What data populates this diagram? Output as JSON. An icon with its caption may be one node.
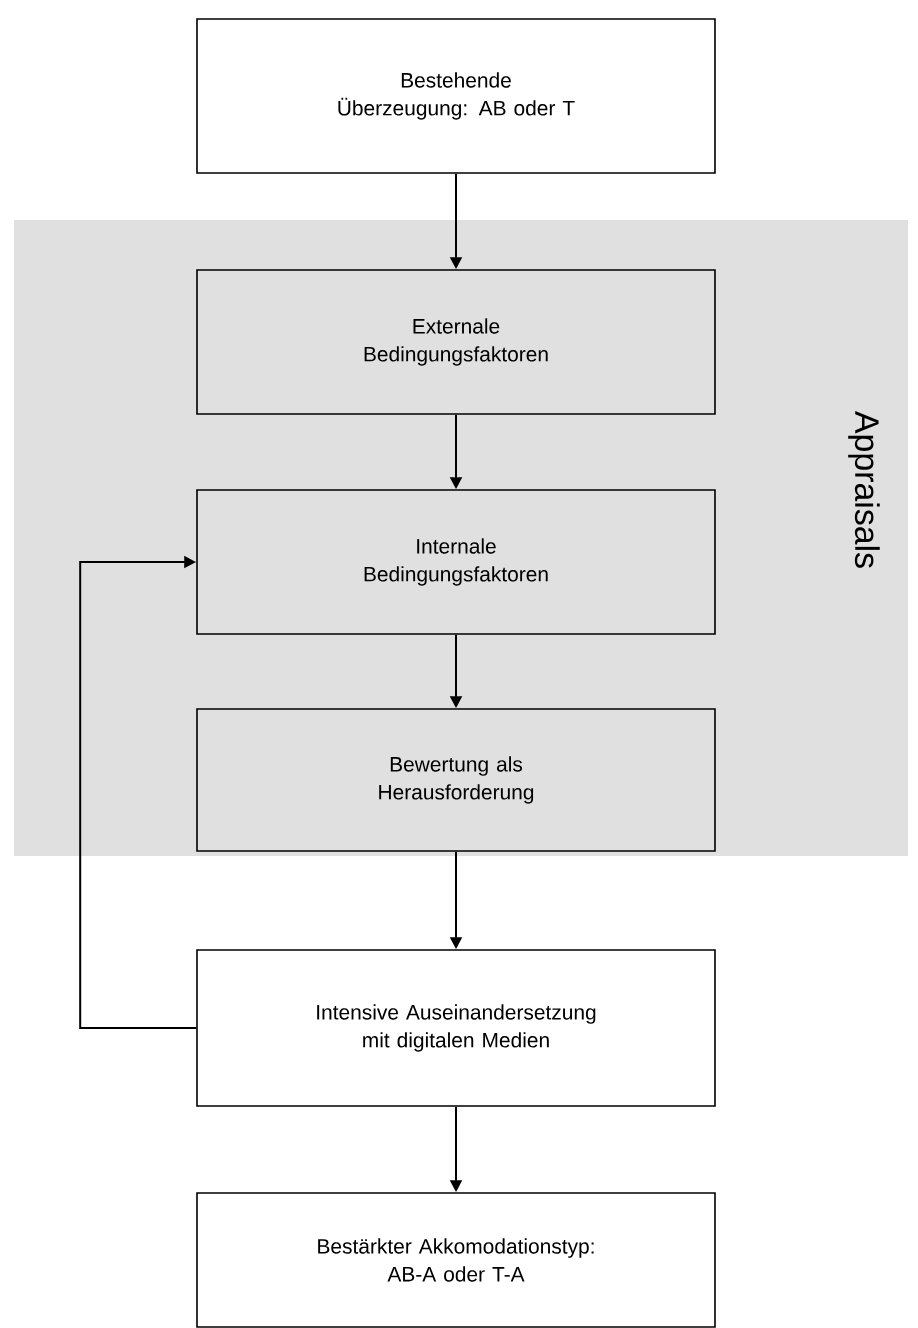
{
  "diagram": {
    "nodes": [
      {
        "text": [
          "Bestehende Überzeugung: AB oder T"
        ]
      },
      {
        "text": [
          "Appraisals"
        ]
      },
      {
        "text": [
          "Externale Bedingungsfaktoren"
        ],
        "in": 1
      },
      {
        "text": [
          "Internale Bedingungsfaktoren"
        ],
        "in": 1
      },
      {
        "text": [
          "Bewertung als Herausforderung"
        ],
        "in": 1
      },
      {
        "text": [
          "Intensive Auseinandersetzung mit digitalen Medien"
        ]
      },
      {
        "text": [
          "Bestärkter Akkomodationstyp: AB-A oder T-A"
        ]
      }
    ],
    "edges": [
      {
        "from": 0,
        "to": 2,
        "arrow": "to"
      },
      {
        "from": 2,
        "to": 3,
        "arrow": "to"
      },
      {
        "from": 3,
        "to": 4,
        "arrow": "to"
      },
      {
        "from": 4,
        "to": 5,
        "arrow": "to"
      },
      {
        "from": 5,
        "to": 6,
        "arrow": "to"
      },
      {
        "from": 5,
        "to": 3,
        "arrow": "to"
      }
    ]
  }
}
